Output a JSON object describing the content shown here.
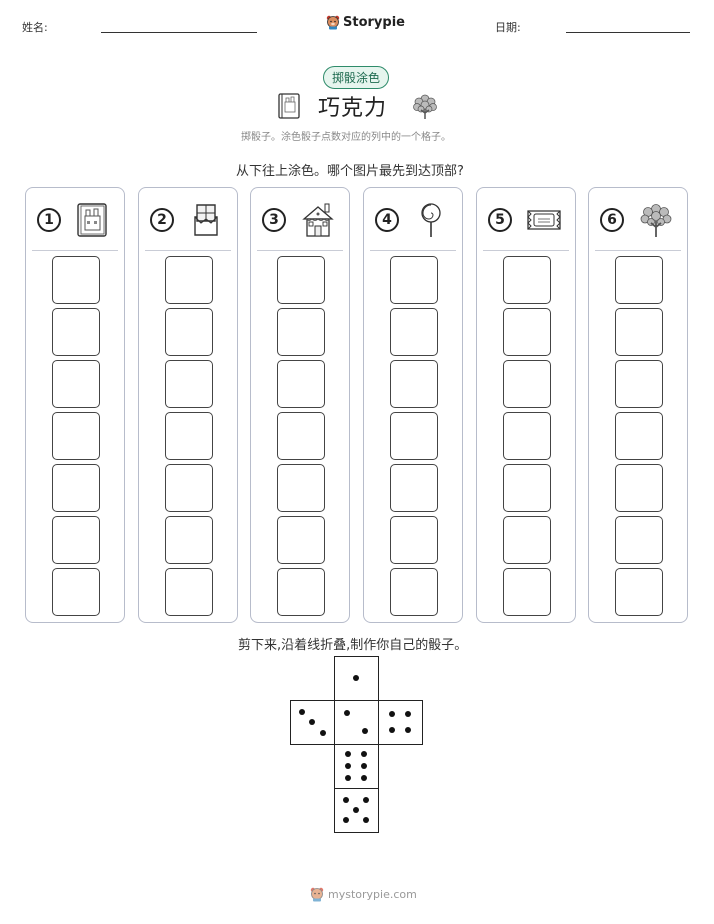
{
  "header": {
    "name_label": "姓名:",
    "date_label": "日期:",
    "brand": "Storypie"
  },
  "game": {
    "badge": "掷骰涂色",
    "title": "巧克力",
    "subtitle": "掷骰子。涂色骰子点数对应的列中的一个格子。",
    "instruction": "从下往上涂色。哪个图片最先到达顶部?"
  },
  "columns": [
    {
      "number": "1",
      "icon": "recipe-book-icon"
    },
    {
      "number": "2",
      "icon": "chocolate-bar-icon"
    },
    {
      "number": "3",
      "icon": "gingerbread-house-icon"
    },
    {
      "number": "4",
      "icon": "lollipop-icon"
    },
    {
      "number": "5",
      "icon": "candy-wrapper-icon"
    },
    {
      "number": "6",
      "icon": "candy-tree-icon"
    }
  ],
  "rows_per_column": 7,
  "dice": {
    "instruction": "剪下来,沿着线折叠,制作你自己的骰子。",
    "faces": [
      1,
      3,
      2,
      4,
      6,
      5
    ]
  },
  "footer": {
    "site": "mystorypie.com"
  }
}
